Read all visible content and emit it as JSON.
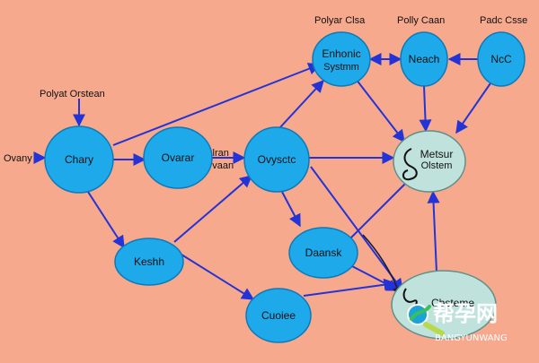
{
  "diagram": {
    "nodes": [
      {
        "id": "chary",
        "label": [
          "Chary"
        ],
        "type": "blue"
      },
      {
        "id": "ovarar",
        "label": [
          "Ovarar"
        ],
        "type": "blue"
      },
      {
        "id": "ovysctc",
        "label": [
          "Ovysctc"
        ],
        "type": "blue"
      },
      {
        "id": "enhonic",
        "label": [
          "Enhonic",
          "Systmm"
        ],
        "type": "blue"
      },
      {
        "id": "neach",
        "label": [
          "Neach"
        ],
        "type": "blue"
      },
      {
        "id": "ncc",
        "label": [
          "NcC"
        ],
        "type": "blue"
      },
      {
        "id": "keshh",
        "label": [
          "Keshh"
        ],
        "type": "blue"
      },
      {
        "id": "daansk",
        "label": [
          "Daansk"
        ],
        "type": "blue"
      },
      {
        "id": "cuoiee",
        "label": [
          "Cuoiee"
        ],
        "type": "blue"
      },
      {
        "id": "metsur",
        "label": [
          "Metsur",
          "Olstem"
        ],
        "type": "pale"
      },
      {
        "id": "cbsteme",
        "label": [
          "Cbsteme"
        ],
        "type": "pale"
      }
    ],
    "labels": [
      {
        "id": "ovany",
        "text": "Ovany"
      },
      {
        "id": "polyat-orstean",
        "text": "Polyat Orstean"
      },
      {
        "id": "olran-orvaan",
        "text": [
          "Olran",
          "Orvaan"
        ]
      },
      {
        "id": "polyar-clsa",
        "text": "Polyar Clsa"
      },
      {
        "id": "polly-caan",
        "text": "Polly Caan"
      },
      {
        "id": "padc-csse",
        "text": "Padc Csse"
      }
    ],
    "edges": [
      {
        "from": "ovany",
        "to": "chary"
      },
      {
        "from": "polyat-orstean",
        "to": "chary"
      },
      {
        "from": "chary",
        "to": "ovarar"
      },
      {
        "from": "ovarar",
        "to": "ovysctc"
      },
      {
        "from": "chary",
        "to": "keshh"
      },
      {
        "from": "keshh",
        "to": "ovysctc"
      },
      {
        "from": "keshh",
        "to": "cuoiee"
      },
      {
        "from": "ovysctc",
        "to": "daansk"
      },
      {
        "from": "ovysctc",
        "to": "metsur"
      },
      {
        "from": "ovysctc",
        "to": "enhonic"
      },
      {
        "from": "ovysctc",
        "to": "cbsteme"
      },
      {
        "from": "chary",
        "to": "enhonic"
      },
      {
        "from": "enhonic",
        "to": "neach"
      },
      {
        "from": "ncc",
        "to": "neach"
      },
      {
        "from": "enhonic",
        "to": "metsur"
      },
      {
        "from": "neach",
        "to": "metsur"
      },
      {
        "from": "ncc",
        "to": "metsur"
      },
      {
        "from": "daansk",
        "to": "metsur"
      },
      {
        "from": "daansk",
        "to": "cbsteme"
      },
      {
        "from": "cuoiee",
        "to": "cbsteme"
      },
      {
        "from": "cbsteme",
        "to": "metsur"
      }
    ],
    "watermark": {
      "title": "帮孕网",
      "subtitle": "BANGYUNWANG"
    }
  },
  "colors": {
    "background": "#f7a98e",
    "node_blue": "#1ea9ea",
    "node_pale": "#bfe2dc",
    "edge_blue": "#2433d6"
  }
}
